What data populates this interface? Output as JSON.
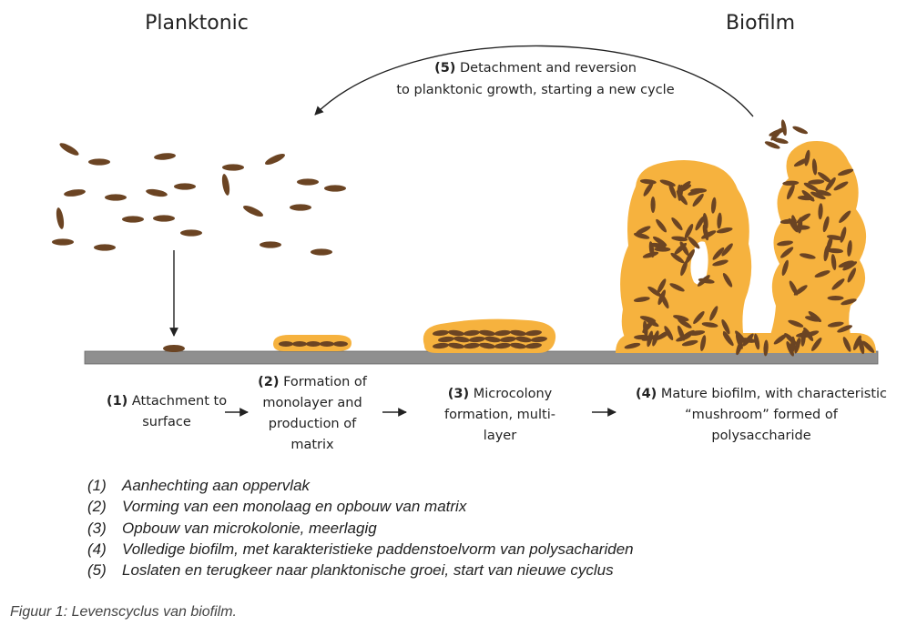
{
  "title_planktonic": "Planktonic",
  "title_biofilm": "Biofilm",
  "detachment": {
    "number": "(5)",
    "line1": " Detachment and reversion",
    "line2": "to planktonic growth, starting a new cycle"
  },
  "stages": [
    {
      "number": "(1)",
      "line1": " Attachment to",
      "line2": "surface"
    },
    {
      "number": "(2)",
      "line1": " Formation of",
      "line2": "monolayer and",
      "line3": "production of",
      "line4": "matrix"
    },
    {
      "number": "(3)",
      "line1": " Microcolony",
      "line2": "formation, multi-",
      "line3": "layer"
    },
    {
      "number": "(4)",
      "line1": " Mature biofilm, with characteristic",
      "line2": "“mushroom” formed of",
      "line3": "polysaccharide"
    }
  ],
  "legend": [
    {
      "number": "(1)",
      "text": "Aanhechting aan oppervlak"
    },
    {
      "number": "(2)",
      "text": "Vorming van een monolaag en opbouw van matrix"
    },
    {
      "number": "(3)",
      "text": "Opbouw van microkolonie, meerlagig"
    },
    {
      "number": "(4)",
      "text": "Volledige biofilm, met karakteristieke paddenstoelvorm van polysachariden"
    },
    {
      "number": "(5)",
      "text": "Loslaten en terugkeer naar planktonische groei, start van nieuwe cyclus"
    }
  ],
  "caption": "Figuur 1: Levenscyclus van biofilm.",
  "colors": {
    "bacteria": "#6b4423",
    "matrix": "#f6b23e",
    "surface": "#8f8f8f",
    "ink": "#222222"
  }
}
